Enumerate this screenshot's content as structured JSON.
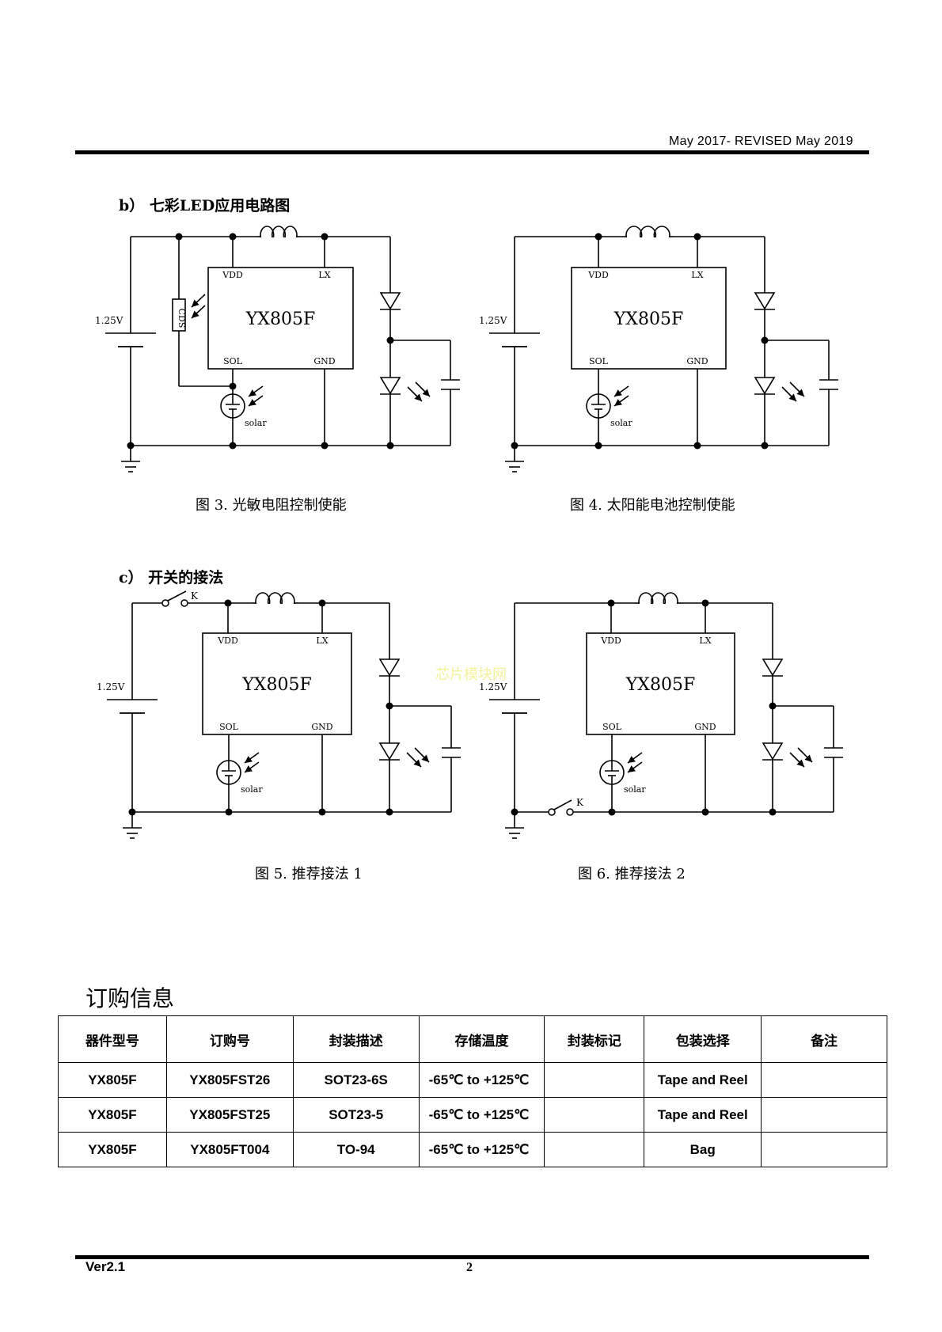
{
  "header": {
    "date_line": "May  2017-  REVISED  May  2019"
  },
  "sections": {
    "b": {
      "title": "b） 七彩LED应用电路图"
    },
    "c": {
      "title": "c） 开关的接法"
    }
  },
  "figures": [
    {
      "caption": "图 3.  光敏电阻控制使能",
      "chip": "YX805F",
      "battery": "1.25V",
      "pins": {
        "vdd": "VDD",
        "lx": "LX",
        "sol": "SOL",
        "gnd": "GND"
      },
      "solar": "solar",
      "resistor": "CDS"
    },
    {
      "caption": "图 4.  太阳能电池控制使能",
      "chip": "YX805F",
      "battery": "1.25V",
      "pins": {
        "vdd": "VDD",
        "lx": "LX",
        "sol": "SOL",
        "gnd": "GND"
      },
      "solar": "solar"
    },
    {
      "caption": "图 5.  推荐接法 1",
      "chip": "YX805F",
      "battery": "1.25V",
      "pins": {
        "vdd": "VDD",
        "lx": "LX",
        "sol": "SOL",
        "gnd": "GND"
      },
      "solar": "solar",
      "switch": "K"
    },
    {
      "caption": "图 6.  推荐接法 2",
      "chip": "YX805F",
      "battery": "1.25V",
      "pins": {
        "vdd": "VDD",
        "lx": "LX",
        "sol": "SOL",
        "gnd": "GND"
      },
      "solar": "solar",
      "switch": "K"
    }
  ],
  "watermark": "芯片模块网",
  "ordering": {
    "title": "订购信息",
    "headers": [
      "器件型号",
      "订购号",
      "封装描述",
      "存储温度",
      "封装标记",
      "包装选择",
      "备注"
    ],
    "rows": [
      [
        "YX805F",
        "YX805FST26",
        "SOT23-6S",
        "-65℃  to +125℃",
        "",
        "Tape and Reel",
        ""
      ],
      [
        "YX805F",
        "YX805FST25",
        "SOT23-5",
        "-65℃  to +125℃",
        "",
        "Tape and Reel",
        ""
      ],
      [
        "YX805F",
        "YX805FT004",
        "TO-94",
        "-65℃  to +125℃",
        "",
        "Bag",
        ""
      ]
    ]
  },
  "footer": {
    "version": "Ver2.1",
    "page": "2"
  }
}
